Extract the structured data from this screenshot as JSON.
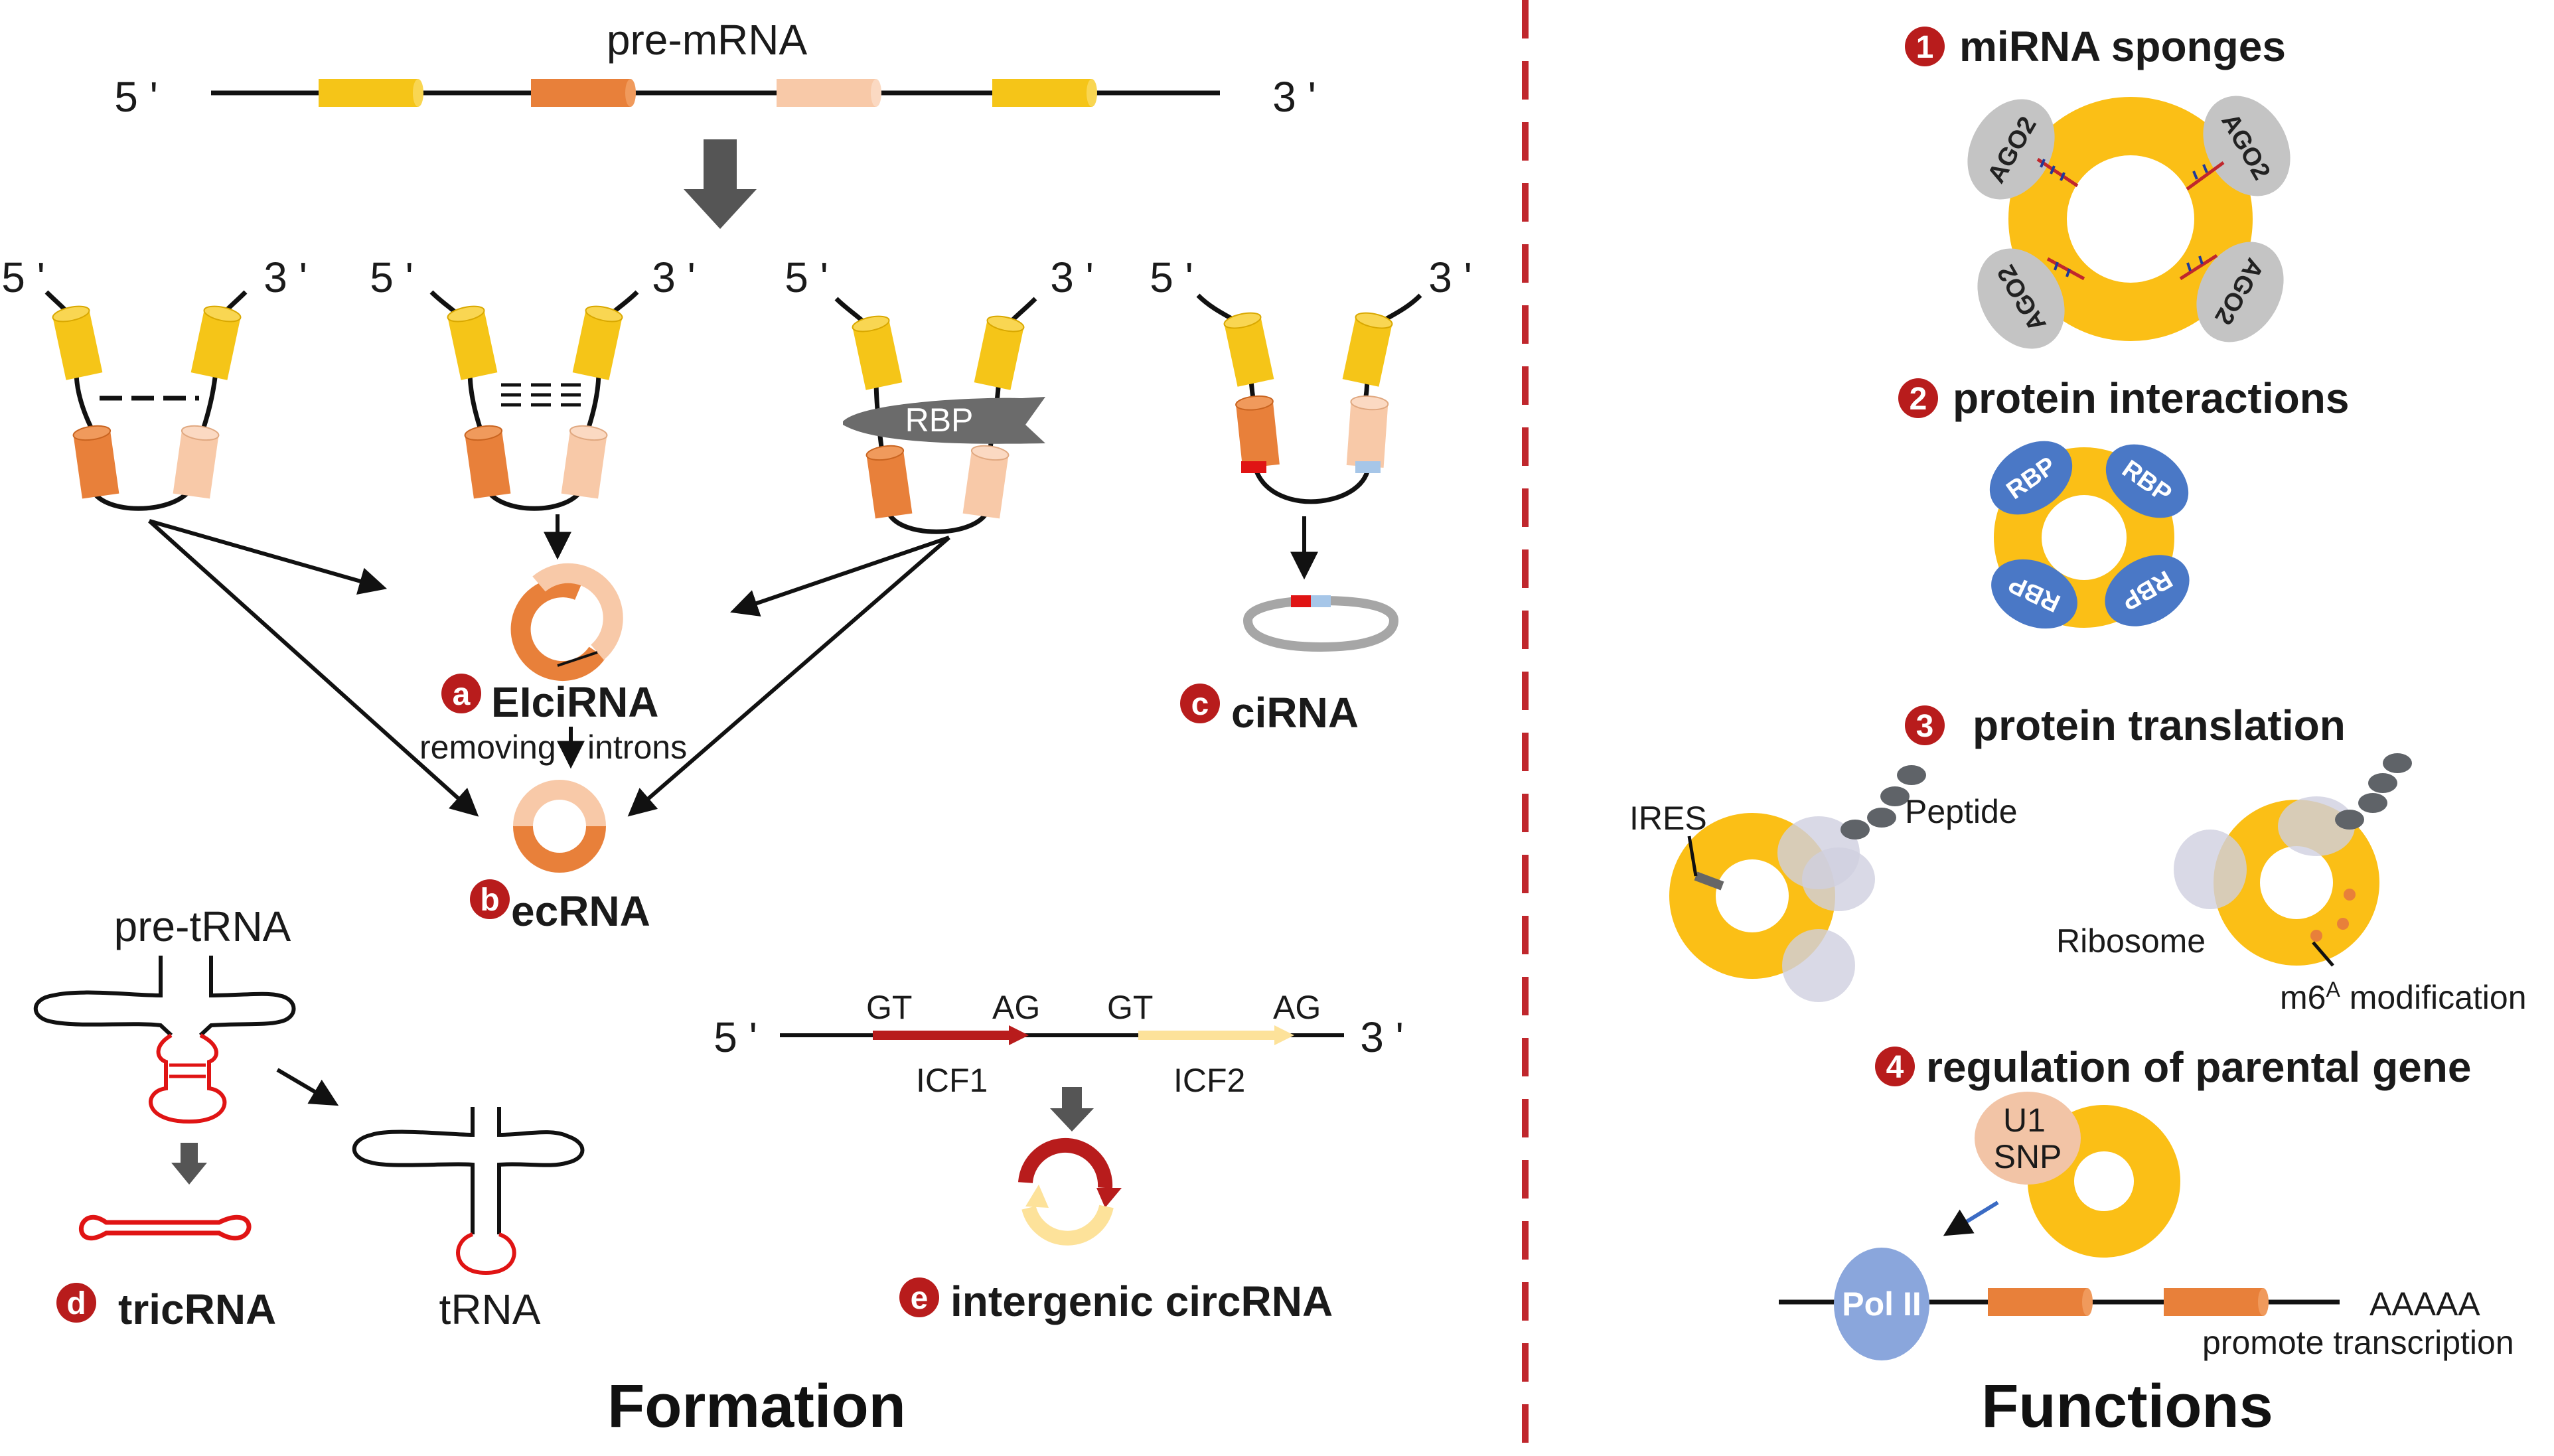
{
  "formation": {
    "title": "Formation",
    "pre_mrna": "pre-mRNA",
    "five_prime": "5 '",
    "three_prime": "3 '",
    "rbp": "RBP",
    "elcirna": {
      "badge": "a",
      "label": "EIciRNA"
    },
    "removing": "removing",
    "introns": "introns",
    "ecrna": {
      "badge": "b",
      "label": "ecRNA"
    },
    "cirna": {
      "badge": "c",
      "label": "ciRNA"
    },
    "pre_trna": "pre-tRNA",
    "trna": "tRNA",
    "tricrna": {
      "badge": "d",
      "label": "tricRNA"
    },
    "intergenic": {
      "badge": "e",
      "label": "intergenic circRNA"
    },
    "gt": "GT",
    "ag": "AG",
    "icf1": "ICF1",
    "icf2": "ICF2"
  },
  "functions": {
    "title": "Functions",
    "f1": {
      "badge": "1",
      "label": "miRNA sponges"
    },
    "f2": {
      "badge": "2",
      "label": "protein interactions"
    },
    "f3": {
      "badge": "3",
      "label": "protein translation"
    },
    "f4": {
      "badge": "4",
      "label": "regulation of parental gene"
    },
    "ago2": "AGO2",
    "rbp": "RBP",
    "ires": "IRES",
    "peptide": "Peptide",
    "ribosome": "Ribosome",
    "m6a_main": "m6",
    "m6a_sup": "A",
    "m6a_rest": " modification",
    "u1": "U1",
    "snp": "SNP",
    "pol2": "Pol II",
    "aaaaa": "AAAAA",
    "promote": "promote transcription"
  },
  "colors": {
    "yellow_exon": "#f5c518",
    "orange_exon": "#e8803a",
    "peach_exon": "#f8c9a8",
    "circ_ring": "#fbbf16",
    "rbp_blue": "#4a78c6",
    "ago_gray": "#c4c4c4",
    "badge_red": "#b81c1c",
    "divider_red": "#c0272d",
    "arrow_gray": "#555555",
    "pol2_blue": "#8aa6dc",
    "u1_peach": "#f2c4a6"
  }
}
